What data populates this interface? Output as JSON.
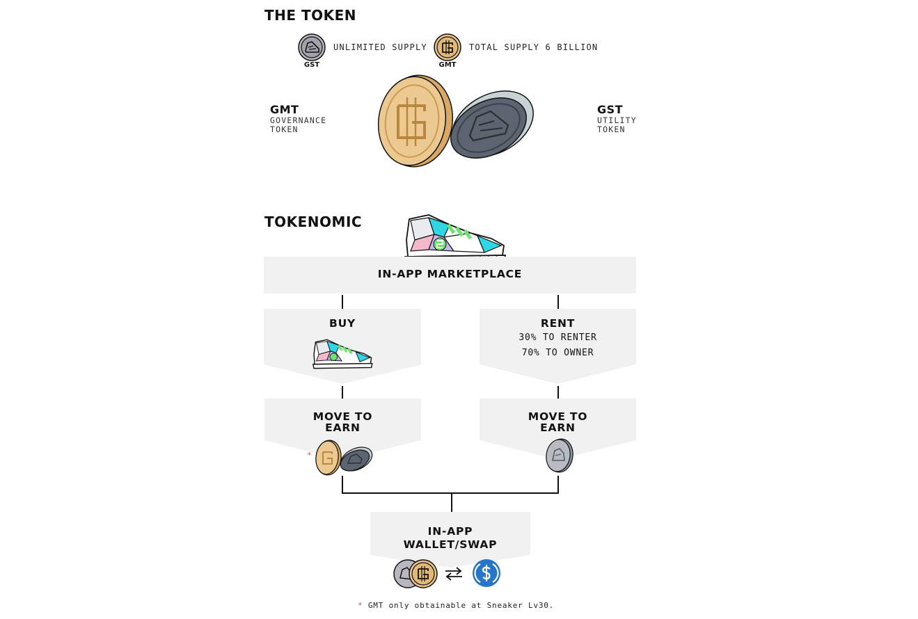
{
  "token_section": {
    "heading": "THE TOKEN",
    "gst_badge": "GST",
    "gst_supply": "UNLIMITED SUPPLY",
    "gmt_badge": "GMT",
    "gmt_supply": "TOTAL SUPPLY 6 BILLION",
    "gmt": {
      "name": "GMT",
      "desc_line1": "GOVERNANCE",
      "desc_line2": "TOKEN"
    },
    "gst": {
      "name": "GST",
      "desc_line1": "UTILITY",
      "desc_line2": "TOKEN"
    }
  },
  "tokenomic": {
    "heading": "TOKENOMIC",
    "marketplace": "IN-APP MARKETPLACE",
    "buy": "BUY",
    "rent": {
      "title": "RENT",
      "line1": "30% TO RENTER",
      "line2": "70% TO OWNER"
    },
    "move_left": {
      "line1": "MOVE TO",
      "line2": "EARN",
      "marker": "*"
    },
    "move_right": {
      "line1": "MOVE TO",
      "line2": "EARN"
    },
    "wallet": {
      "line1": "IN-APP",
      "line2": "WALLET/SWAP"
    }
  },
  "footnote": {
    "marker": "*",
    "text": "GMT only obtainable at Sneaker Lv30."
  },
  "colors": {
    "gmt_gold": "#e8c48e",
    "gst_gray": "#6b7280",
    "usdc_blue": "#2775ca",
    "panel_gray": "#f0f1f0",
    "sneaker_cyan": "#2fd6e6",
    "sneaker_green": "#6fe36f",
    "sneaker_pink": "#f4b9c8"
  },
  "icons": [
    "gst-coin-icon",
    "gmt-coin-icon",
    "sneaker-icon",
    "swap-arrows-icon",
    "usdc-coin-icon"
  ]
}
